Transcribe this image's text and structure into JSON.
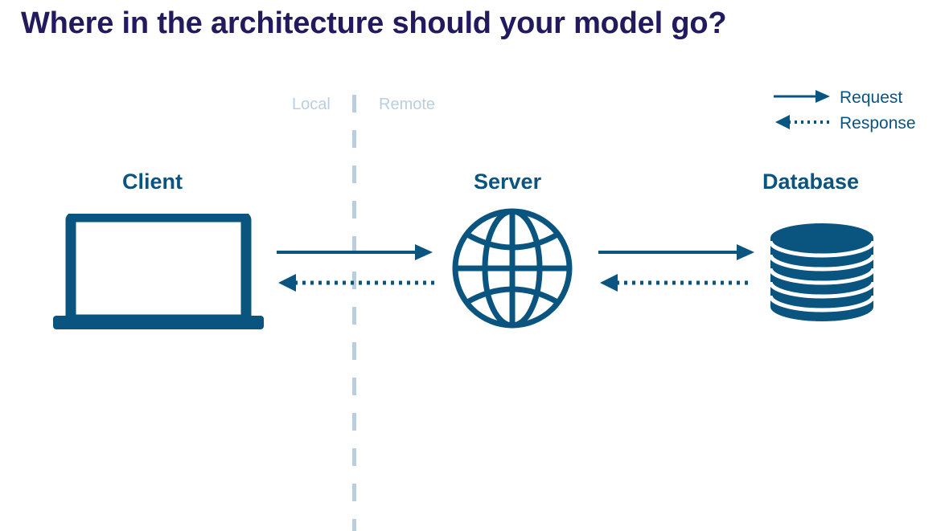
{
  "slide": {
    "title": "Where in the architecture should your model go?",
    "background": "#ffffff"
  },
  "colors": {
    "title": "#211a5e",
    "primary_blue": "#0a5480",
    "muted_blue_gray": "#b9cfe0"
  },
  "boundary": {
    "left_label": "Local",
    "right_label": "Remote",
    "divider_style": "dashed-vertical"
  },
  "legend": {
    "items": [
      {
        "label": "Request",
        "icon": "arrow-right-solid-icon",
        "style": "solid",
        "direction": "right"
      },
      {
        "label": "Response",
        "icon": "arrow-left-dotted-icon",
        "style": "dotted",
        "direction": "left"
      }
    ]
  },
  "nodes": [
    {
      "id": "client",
      "label": "Client",
      "icon": "laptop-icon",
      "side": "Local"
    },
    {
      "id": "server",
      "label": "Server",
      "icon": "globe-icon",
      "side": "Remote"
    },
    {
      "id": "database",
      "label": "Database",
      "icon": "database-icon",
      "side": "Remote"
    }
  ],
  "connections": [
    {
      "from": "client",
      "to": "server",
      "request": "Request",
      "response": "Response"
    },
    {
      "from": "server",
      "to": "database",
      "request": "Request",
      "response": "Response"
    }
  ]
}
